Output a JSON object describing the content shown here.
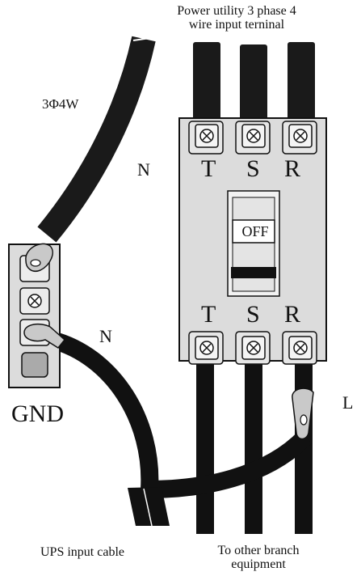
{
  "labels": {
    "top_note_line1": "Power utility 3 phase 4",
    "top_note_line2": "wire input terninal",
    "system_type": "3Φ4W",
    "neutral_upper": "N",
    "neutral_lower": "N",
    "ground": "GND",
    "line": "L",
    "ups_cable": "UPS input cable",
    "branch_line1": "To other branch",
    "branch_line2": "equipment"
  },
  "breaker": {
    "upper_phases": [
      "T",
      "S",
      "R"
    ],
    "lower_phases": [
      "T",
      "S",
      "R"
    ],
    "state": "OFF"
  }
}
